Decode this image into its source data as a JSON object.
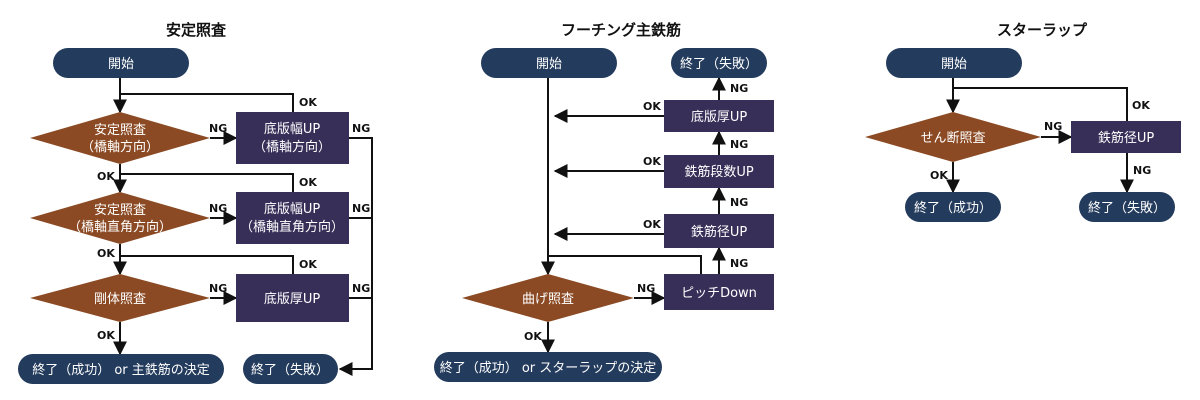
{
  "colors": {
    "terminal": "#233b5c",
    "decision": "#8b4a23",
    "process": "#382f58",
    "line": "#111111"
  },
  "flowcharts": [
    {
      "title": "安定照査",
      "start": "開始",
      "decisions": [
        [
          "安定照査",
          "（橋軸方向）"
        ],
        [
          "安定照査",
          "（橋軸直角方向）"
        ],
        [
          "剛体照査"
        ]
      ],
      "processes": [
        [
          "底版幅UP",
          "（橋軸方向）"
        ],
        [
          "底版幅UP",
          "（橋軸直角方向）"
        ],
        [
          "底版厚UP"
        ]
      ],
      "end_success": "終了（成功） or 主鉄筋の決定",
      "end_fail": "終了（失敗）"
    },
    {
      "title": "フーチング主鉄筋",
      "start": "開始",
      "decision": "曲げ照査",
      "processes": [
        "ピッチDown",
        "鉄筋径UP",
        "鉄筋段数UP",
        "底版厚UP"
      ],
      "end_success": "終了（成功） or スターラップの決定",
      "end_fail": "終了（失敗）"
    },
    {
      "title": "スターラップ",
      "start": "開始",
      "decision": "せん断照査",
      "process": "鉄筋径UP",
      "end_success": "終了（成功）",
      "end_fail": "終了（失敗）"
    }
  ],
  "labels": {
    "ok": "OK",
    "ng": "NG"
  }
}
